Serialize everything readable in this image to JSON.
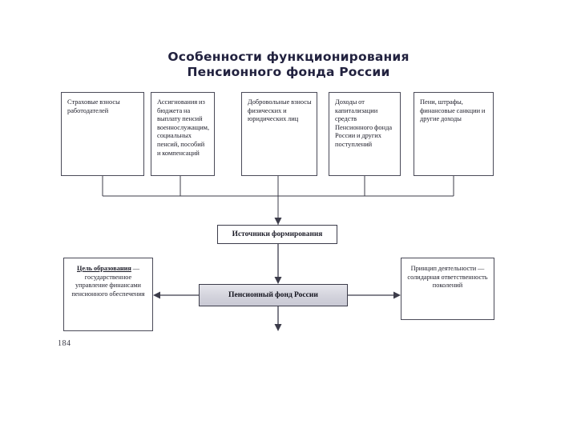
{
  "slide": {
    "page_number": "184",
    "background_color": "#ffffff",
    "title": {
      "line1": "Особенности функционирования",
      "line2": "Пенсионного фонда России",
      "color": "#22223f"
    }
  },
  "diagram": {
    "type": "flowchart",
    "sources": [
      {
        "id": "src1",
        "text": "Страховые взносы работодателей"
      },
      {
        "id": "src2",
        "text": "Ассигнования из бюджета на выплату пенсий военнослужащим, социальных пенсий, пособий и компенсаций"
      },
      {
        "id": "src3",
        "text": "Добровольные взносы физических и юридических лиц"
      },
      {
        "id": "src4",
        "text": "Доходы от капитализации средств Пенсионного фонда России и других поступлений"
      },
      {
        "id": "src5",
        "text": "Пени, штрафы, финансовые санкции и другие доходы"
      }
    ],
    "funnel": {
      "id": "funnel",
      "text": "Источники формирования"
    },
    "central": {
      "id": "central",
      "text": "Пенсионный фонд России",
      "fill_color": "#d3d3dc",
      "border_color": "#3c3c4a"
    },
    "goal": {
      "id": "goal",
      "heading": "Цель образования",
      "text": " — государственное управление финансами пенсионного обеспечения"
    },
    "principle": {
      "id": "principle",
      "heading": "Принцип деятельности",
      "text": " — солидарная ответственность поколений"
    },
    "connectors": {
      "bus_label": "source-collector-bus",
      "arrow_down_to_funnel": "down-arrow",
      "arrow_down_to_central": "down-arrow",
      "arrow_below_central": "down-arrow",
      "arrow_left_to_goal": "left-arrow",
      "arrow_right_to_principle": "right-arrow",
      "line_color": "#3c3c4a"
    }
  }
}
